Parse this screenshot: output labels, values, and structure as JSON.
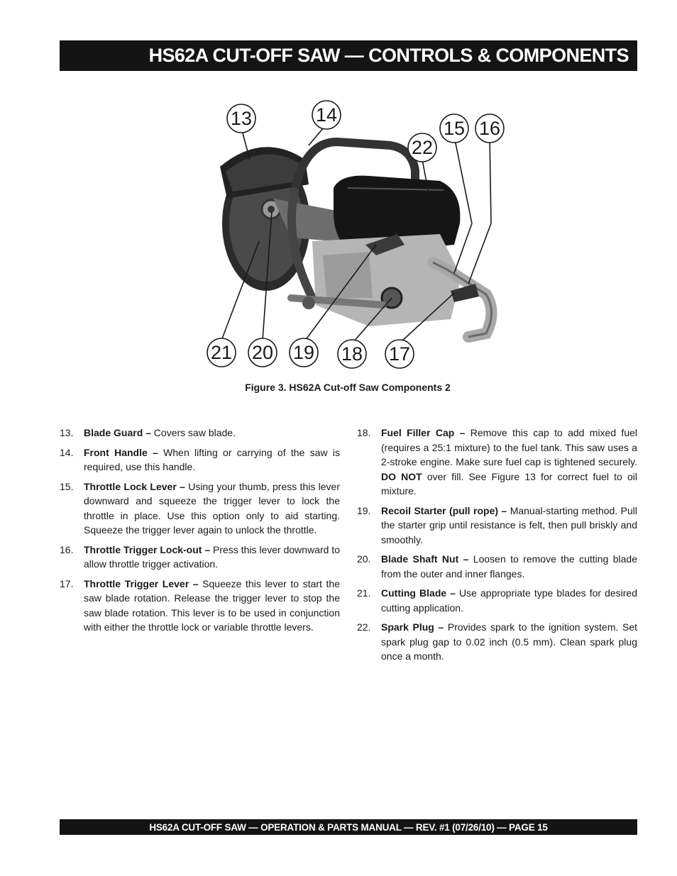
{
  "header": {
    "title": "HS62A CUT-OFF SAW — CONTROLS & COMPONENTS"
  },
  "figure": {
    "caption": "Figure 3.  HS62A Cut-off Saw Components 2",
    "callouts": [
      "13",
      "14",
      "15",
      "16",
      "22",
      "21",
      "20",
      "19",
      "18",
      "17"
    ]
  },
  "left_items": [
    {
      "num": "13.",
      "term": "Blade Guard –",
      "text": " Covers saw blade."
    },
    {
      "num": "14.",
      "term": "Front Handle –",
      "text": " When lifting or carrying of the saw is required, use this handle."
    },
    {
      "num": "15.",
      "term": "Throttle Lock Lever –",
      "text": " Using your thumb, press this lever downward and squeeze the trigger lever to lock the throttle in place. Use this option only to aid starting. Squeeze the trigger lever again to unlock the throttle."
    },
    {
      "num": "16.",
      "term": "Throttle Trigger Lock-out  –",
      "text": " Press this lever downward to allow throttle trigger activation."
    },
    {
      "num": "17.",
      "term": "Throttle Trigger Lever –",
      "text": " Squeeze this  lever to start the saw blade rotation. Release the trigger lever to stop the saw blade rotation. This lever is to be used in conjunction with either the throttle lock or variable throttle levers."
    }
  ],
  "right_items": [
    {
      "num": "18.",
      "term": "Fuel Filler Cap –",
      "text": " Remove this cap to add mixed fuel (requires a 25:1 mixture)  to the fuel tank. This saw uses a 2-stroke engine. Make sure fuel cap is tightened securely.",
      "bold2": "DO NOT",
      "text2": " over fill. See Figure 13 for correct fuel to oil mixture."
    },
    {
      "num": "19.",
      "term": "Recoil Starter (pull rope) –",
      "text": " Manual-starting method. Pull the starter grip until resistance is felt, then pull briskly and smoothly."
    },
    {
      "num": "20.",
      "term": "Blade Shaft Nut –",
      "text": " Loosen to remove the cutting blade from the outer  and inner flanges."
    },
    {
      "num": "21.",
      "term": "Cutting Blade –",
      "text": " Use appropriate type blades for desired cutting application."
    },
    {
      "num": "22.",
      "term": "Spark Plug –",
      "text": " Provides spark to the ignition system. Set spark plug gap to 0.02 inch (0.5 mm). Clean spark plug once a month."
    }
  ],
  "footer": {
    "text": "HS62A CUT-OFF SAW  — OPERATION & PARTS MANUAL — REV. #1 (07/26/10) — PAGE 15"
  }
}
